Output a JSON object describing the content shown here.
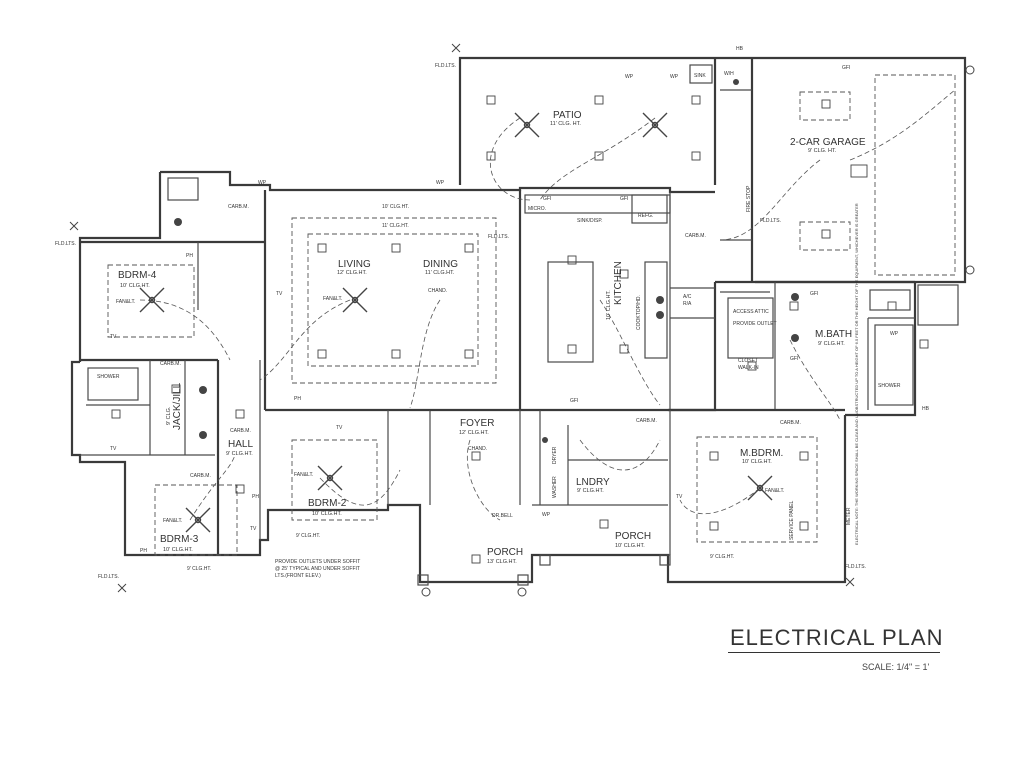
{
  "title": "ELECTRICAL   PLAN",
  "scale": "SCALE: 1/4\" = 1'",
  "rooms": {
    "patio": {
      "name": "PATIO",
      "clg": "11' CLG. HT."
    },
    "garage": {
      "name": "2-CAR GARAGE",
      "clg": "9' CLG. HT."
    },
    "living": {
      "name": "LIVING",
      "clg": "12' CLG.HT."
    },
    "dining": {
      "name": "DINING",
      "clg": "11' CLG.HT."
    },
    "kitchen": {
      "name": "KITCHEN",
      "clg": "10' CLG.HT."
    },
    "bdrm4": {
      "name": "BDRM-4",
      "clg": "10' CLG.HT."
    },
    "bdrm3": {
      "name": "BDRM-3",
      "clg": "10' CLG.HT."
    },
    "bdrm2": {
      "name": "BDRM-2",
      "clg": "10' CLG.HT."
    },
    "hall": {
      "name": "HALL",
      "clg": "9' CLG.HT."
    },
    "jackjill": {
      "name": "JACK/JILL",
      "clg": "9' CLG."
    },
    "foyer": {
      "name": "FOYER",
      "clg": "12' CLG.HT."
    },
    "lndry": {
      "name": "LNDRY",
      "clg": "9' CLG.HT."
    },
    "porch_front": {
      "name": "PORCH",
      "clg": "13' CLG.HT."
    },
    "porch_side": {
      "name": "PORCH",
      "clg": "10' CLG.HT."
    },
    "mbdrm": {
      "name": "M.BDRM.",
      "clg": "10' CLG.HT."
    },
    "mbath": {
      "name": "M.BATH",
      "clg": "9' CLG.HT."
    },
    "closet": {
      "name": "CLOSET",
      "sub": "WALK-IN"
    }
  },
  "labels": {
    "fld_lts": "FLD.LTS.",
    "wp": "WP",
    "sink": "SINK",
    "wh": "W/H",
    "hb": "HB",
    "gfi": "GFI",
    "micro": "MICRO.",
    "sink_disp": "SINK/DISP.",
    "refg": "REFG.",
    "fire_stop": "FIRE STOP",
    "cooktop": "COOKTOP/HD.",
    "ac": "A/C",
    "ra": "R/A",
    "access_attic": "ACCESS ATTIC",
    "provide_outlet": "PROVIDE OUTLET",
    "shower": "SHOWER",
    "carb": "CARB.M.",
    "tv": "TV",
    "ph": "PH",
    "fanlt": "FAN&LT.",
    "chand": "CHAND.",
    "dr_bell": "DR.BELL",
    "washer": "WASHER",
    "dryer": "DRYER",
    "ten_clg": "10' CLG.HT.",
    "eleven_clg": "11' CLG.HT.",
    "nine_clg": "9' CLG.HT.",
    "note_soffit_1": "PROVIDE OUTLETS UNDER SOFFIT",
    "note_soffit_2": "@ 25' TYPICAL AND UNDER SOFFIT",
    "note_soffit_3": "LTS.(FRONT ELEV.)",
    "meter": "METER",
    "electrical_note": "ELECTRICAL NOTE: THE WORKING SPACE SHALL BE CLEAR AND UNOBSTRUCTED UP TO A HEIGHT OF 6.5 FEET OR THE HEIGHT OF THE EQUIPMENT, WHICHEVER IS GREATER",
    "service_panel": "SERVICE PANEL"
  }
}
